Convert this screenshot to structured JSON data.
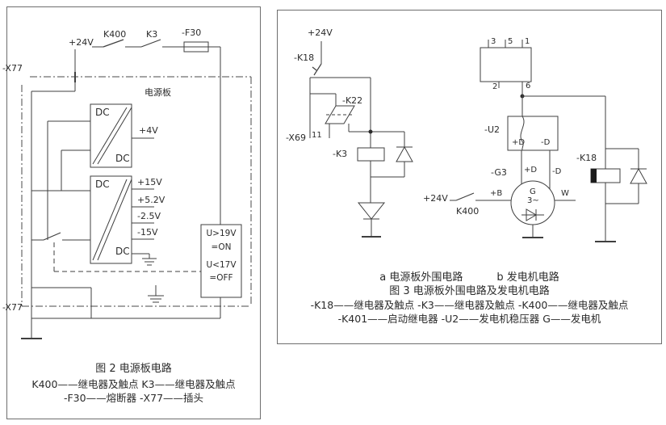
{
  "fig2": {
    "x77_top": "-X77",
    "x77_bottom": "-X77",
    "supply": "+24V",
    "k400": "K400",
    "k3": "K3",
    "f30": "-F30",
    "board": "电源板",
    "conv1": {
      "dc_in": "DC",
      "dc_out": "DC",
      "out1": "+4V"
    },
    "conv2": {
      "dc_in": "DC",
      "dc_out": "DC",
      "out1": "+15V",
      "out2": "+5.2V",
      "out3": "-2.5V",
      "out4": "-15V"
    },
    "monitor": {
      "l1": "U>19V",
      "l2": "=ON",
      "l3": "U<17V",
      "l4": "=OFF"
    },
    "title": "图 2  电源板电路",
    "legend1": "K400——继电器及触点  K3——继电器及触点",
    "legend2": "-F30——熔断器  -X77——插头"
  },
  "fig3": {
    "supply_a": "+24V",
    "k18_a": "-K18",
    "k22": "-K22",
    "x69": "-X69",
    "pin11": "11",
    "k3": "-K3",
    "conn": {
      "p3": "3",
      "p5": "5",
      "p1": "1",
      "p2": "2",
      "p6": "6"
    },
    "u2": "-U2",
    "u2_pd": "+D",
    "u2_nd": "-D",
    "g3": "-G3",
    "g_pd": "+D",
    "g_nd": "-D",
    "supply_b": "+24V",
    "k400": "K400",
    "plus_b": "+B",
    "w": "W",
    "gen": {
      "name": "G",
      "phase": "3~"
    },
    "k18_b": "-K18",
    "caption_a": "a  电源板外围电路",
    "caption_b": "b  发电机电路",
    "title": "图 3  电源板外围电路及发电机电路",
    "legend1": "-K18——继电器及触点  -K3——继电器及触点  -K400——继电器及触点",
    "legend2": "-K401——启动继电器  -U2——发电机稳压器  G——发电机"
  }
}
